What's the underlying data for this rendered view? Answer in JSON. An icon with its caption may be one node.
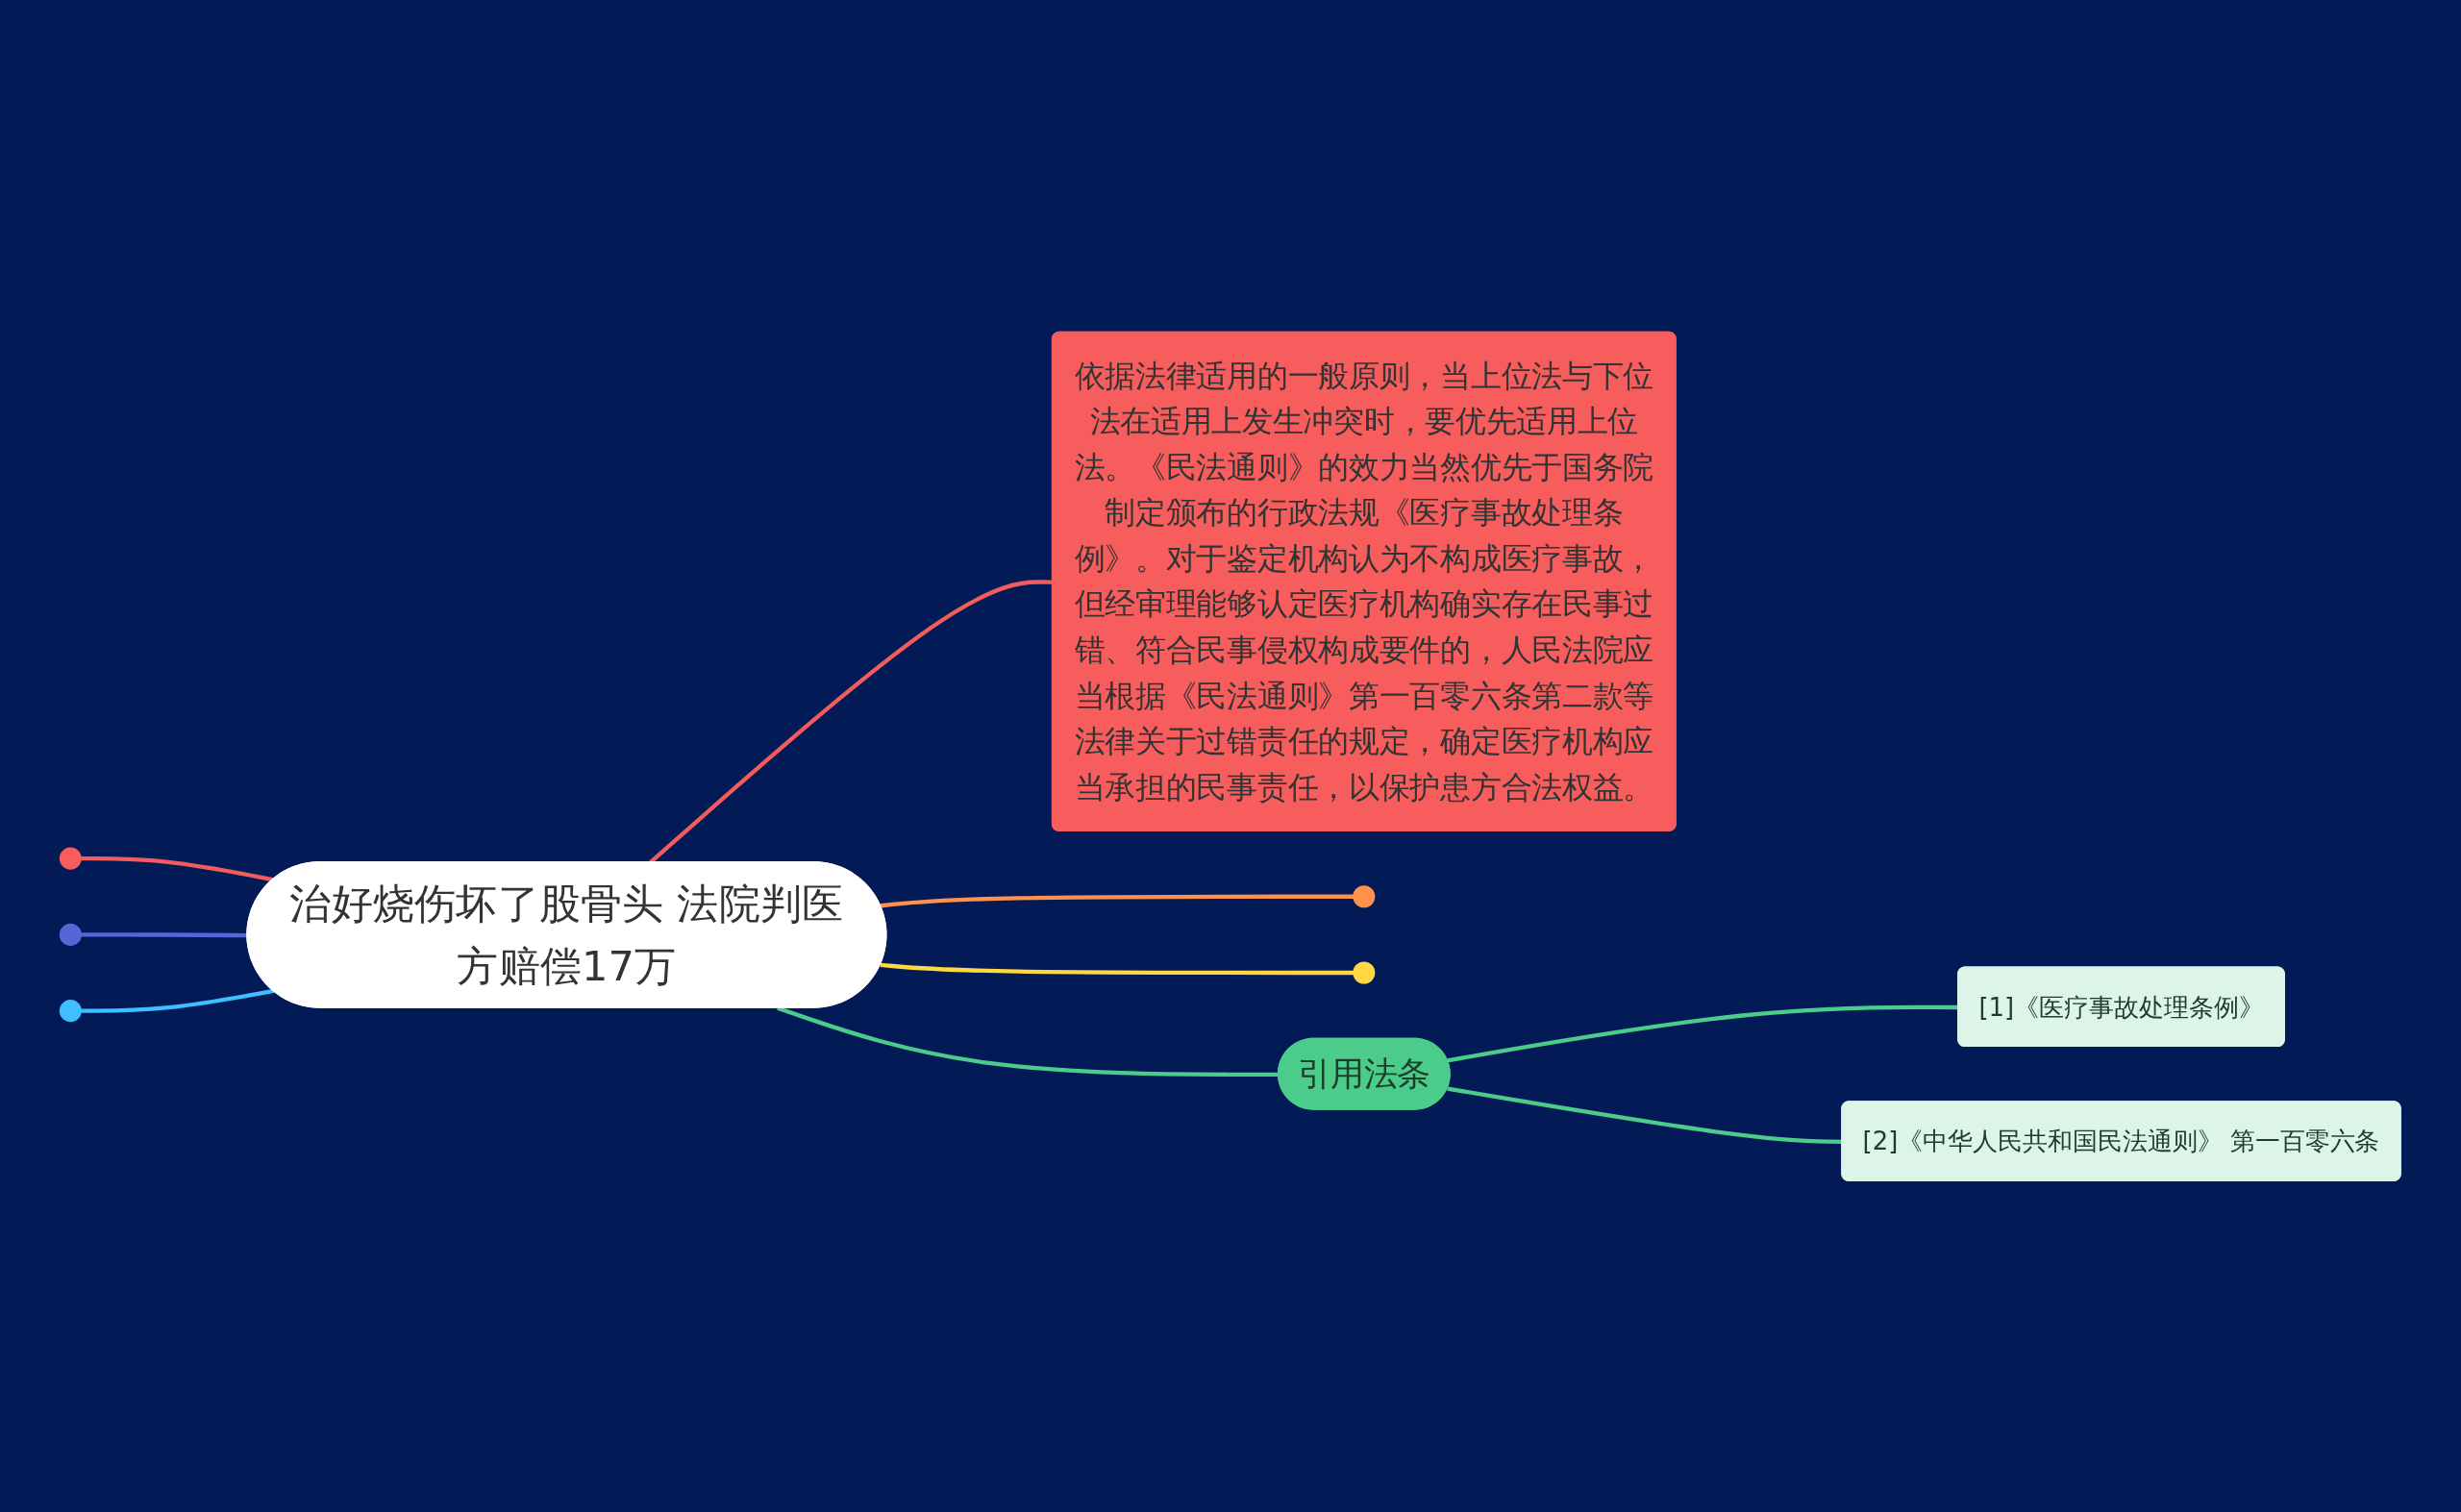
{
  "diagram": {
    "nodes": [
      {
        "text": [
          "治好烧伤坏了股骨头 法院判医方赔偿17万"
        ]
      },
      {
        "text": [],
        "shape": "circle"
      },
      {
        "text": [],
        "shape": "circle"
      },
      {
        "text": [],
        "shape": "circle"
      },
      {
        "text": [
          "依据法律适用的一般原则，当上位法与下位法在适用上发生冲突时，要优先适用上位法。《民法通则》的效力当然优先于国务院制定颁布的行政法规《医疗事故处理条例》。对于鉴定机构认为不构成医疗事故，但经审理能够认定医疗机构确实存在民事过错、符合民事侵权构成要件的，人民法院应当根据《民法通则》第一百零六条第二款等法律关于过错责任的规定，确定医疗机构应当承担的民事责任，以保护患方合法权益。"
        ]
      },
      {
        "text": [],
        "shape": "circle"
      },
      {
        "text": [],
        "shape": "circle"
      },
      {
        "text": [
          "引用法条"
        ]
      },
      {
        "text": [
          "[1]《医疗事故处理条例》"
        ]
      },
      {
        "text": [
          "[2]《中华人民共和国民法通则》 第一百零六条"
        ]
      }
    ],
    "edges": [
      {
        "from": 0,
        "to": 1,
        "arrow": "none",
        "color": "#f25c5c"
      },
      {
        "from": 0,
        "to": 2,
        "arrow": "none",
        "color": "#5567d8"
      },
      {
        "from": 0,
        "to": 3,
        "arrow": "none",
        "color": "#3fbfff"
      },
      {
        "from": 0,
        "to": 4,
        "arrow": "none",
        "color": "#f25c5c"
      },
      {
        "from": 0,
        "to": 5,
        "arrow": "none",
        "color": "#ff914d"
      },
      {
        "from": 0,
        "to": 6,
        "arrow": "none",
        "color": "#ffd740"
      },
      {
        "from": 0,
        "to": 7,
        "arrow": "none"
      },
      {
        "from": 7,
        "to": 8,
        "arrow": "none"
      },
      {
        "from": 7,
        "to": 9,
        "arrow": "none"
      }
    ]
  }
}
